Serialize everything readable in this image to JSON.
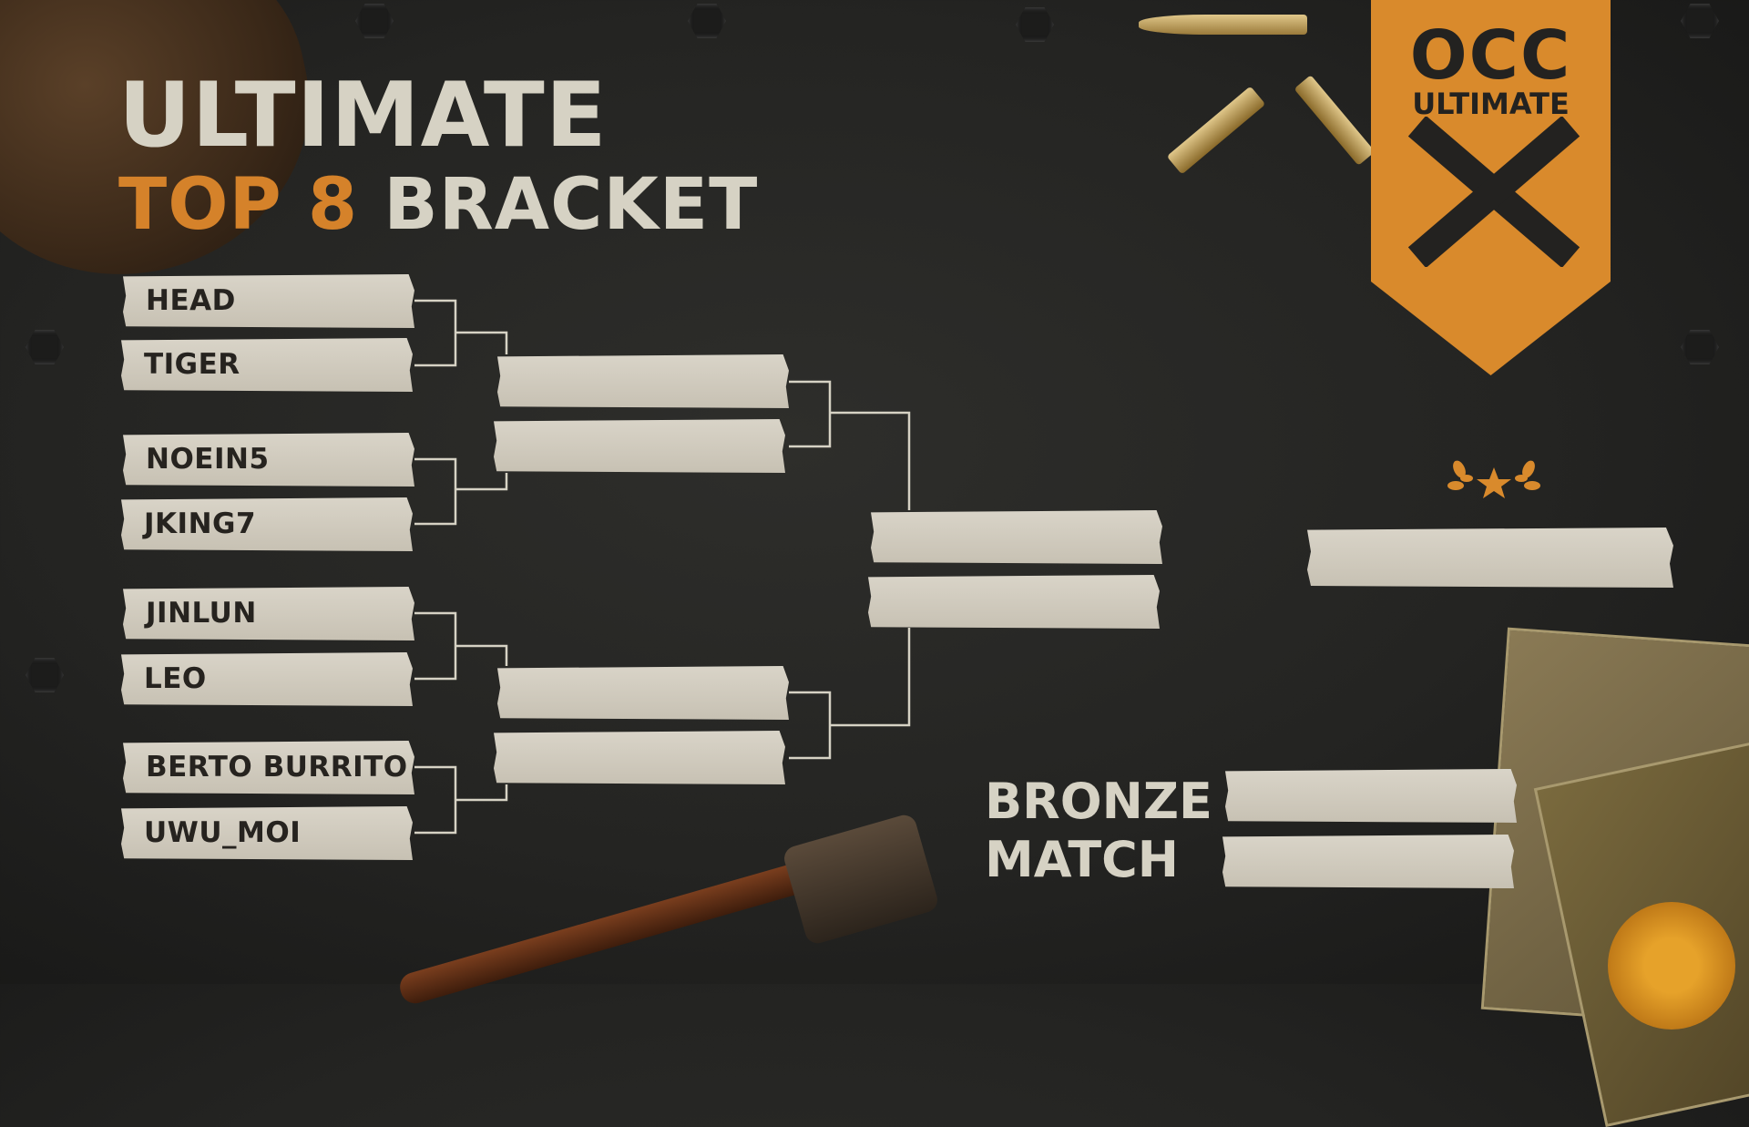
{
  "title": {
    "line1": "ULTIMATE",
    "line2_accent": "TOP 8",
    "line2_rest": "BRACKET"
  },
  "logo": {
    "line1": "OCC",
    "line2": "ULTIMATE",
    "emblem": "X"
  },
  "round1": [
    "HEAD",
    "TIGER",
    "NOEIN5",
    "JKING7",
    "JINLUN",
    "LEO",
    "BERTO BURRITO",
    "UWU_MOI"
  ],
  "round2": [
    "",
    "",
    "",
    ""
  ],
  "semis": [
    "",
    ""
  ],
  "champion": "",
  "bronze": {
    "label_line1": "BRONZE",
    "label_line2": "MATCH",
    "slots": [
      "",
      ""
    ]
  },
  "colors": {
    "accent": "#d98a2c",
    "text": "#d6d2c4",
    "slot": "#d2cdc0",
    "background": "#262624"
  }
}
